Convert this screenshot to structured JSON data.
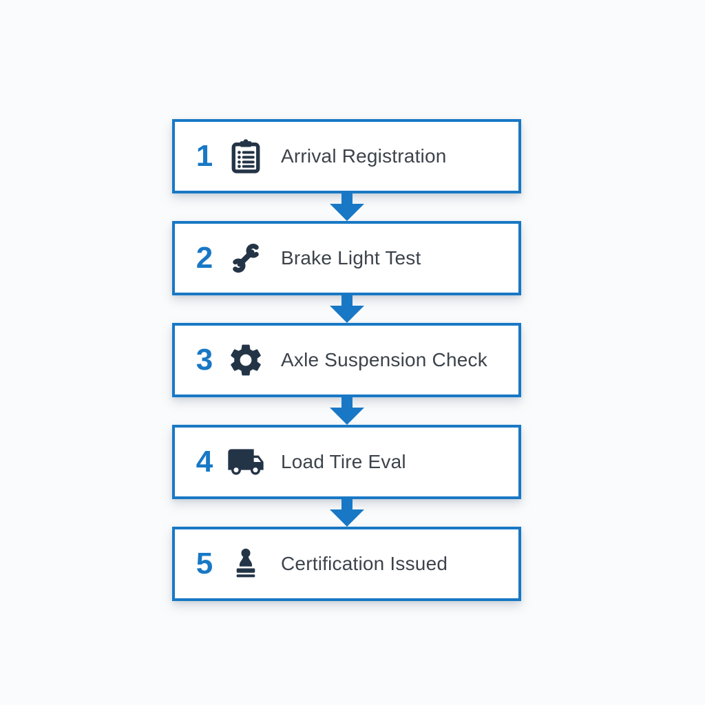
{
  "diagram": {
    "type": "flowchart-vertical",
    "steps": [
      {
        "number": "1",
        "label": "Arrival Registration",
        "icon": "clipboard-icon"
      },
      {
        "number": "2",
        "label": "Brake Light Test",
        "icon": "wrench-icon"
      },
      {
        "number": "3",
        "label": "Axle Suspension Check",
        "icon": "gear-icon"
      },
      {
        "number": "4",
        "label": "Load Tire Eval",
        "icon": "truck-icon"
      },
      {
        "number": "5",
        "label": "Certification Issued",
        "icon": "stamp-icon"
      }
    ],
    "connector_icon": "down-arrow-icon",
    "colors": {
      "accent_blue": "#1878c5",
      "icon_navy": "#243447",
      "label_text": "#3d434b",
      "box_background": "#ffffff",
      "page_background": "#fafbfc"
    }
  }
}
